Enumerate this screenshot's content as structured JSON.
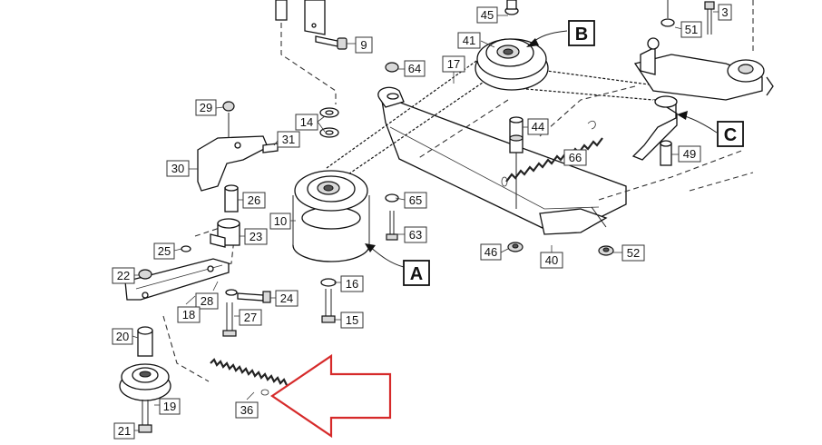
{
  "diagram": {
    "callouts": [
      "A",
      "B",
      "C"
    ],
    "part_labels": [
      {
        "id": "p45",
        "text": "45"
      },
      {
        "id": "p3",
        "text": "3"
      },
      {
        "id": "p41",
        "text": "41"
      },
      {
        "id": "p51",
        "text": "51"
      },
      {
        "id": "p9",
        "text": "9"
      },
      {
        "id": "p64",
        "text": "64"
      },
      {
        "id": "p17",
        "text": "17"
      },
      {
        "id": "p29",
        "text": "29"
      },
      {
        "id": "p14",
        "text": "14"
      },
      {
        "id": "p44",
        "text": "44"
      },
      {
        "id": "p31",
        "text": "31"
      },
      {
        "id": "p30",
        "text": "30"
      },
      {
        "id": "p66",
        "text": "66"
      },
      {
        "id": "p49",
        "text": "49"
      },
      {
        "id": "p26",
        "text": "26"
      },
      {
        "id": "p65",
        "text": "65"
      },
      {
        "id": "p10",
        "text": "10"
      },
      {
        "id": "p23",
        "text": "23"
      },
      {
        "id": "p63",
        "text": "63"
      },
      {
        "id": "p25",
        "text": "25"
      },
      {
        "id": "p46",
        "text": "46"
      },
      {
        "id": "p52",
        "text": "52"
      },
      {
        "id": "p40",
        "text": "40"
      },
      {
        "id": "p22",
        "text": "22"
      },
      {
        "id": "p16",
        "text": "16"
      },
      {
        "id": "p28",
        "text": "28"
      },
      {
        "id": "p24",
        "text": "24"
      },
      {
        "id": "p18",
        "text": "18"
      },
      {
        "id": "p27",
        "text": "27"
      },
      {
        "id": "p15",
        "text": "15"
      },
      {
        "id": "p20",
        "text": "20"
      },
      {
        "id": "p19",
        "text": "19"
      },
      {
        "id": "p21",
        "text": "21"
      },
      {
        "id": "p36",
        "text": "36"
      }
    ],
    "highlighted_part": "36",
    "colors": {
      "highlight_fill": "#f5c842",
      "pointer_arrow": "#d62a2a",
      "line": "#111111"
    }
  }
}
